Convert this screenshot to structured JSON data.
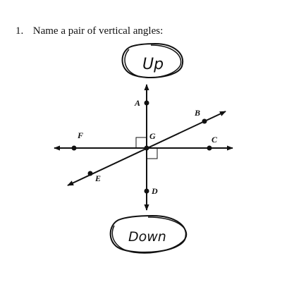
{
  "question": {
    "number": "1.",
    "text": "Name a pair of vertical angles:"
  },
  "diagram": {
    "points": {
      "A": "A",
      "B": "B",
      "C": "C",
      "D": "D",
      "E": "E",
      "F": "F",
      "G": "G"
    },
    "handwriting": {
      "top": "Up",
      "bottom": "Down"
    },
    "right_angle_marks": 2
  }
}
